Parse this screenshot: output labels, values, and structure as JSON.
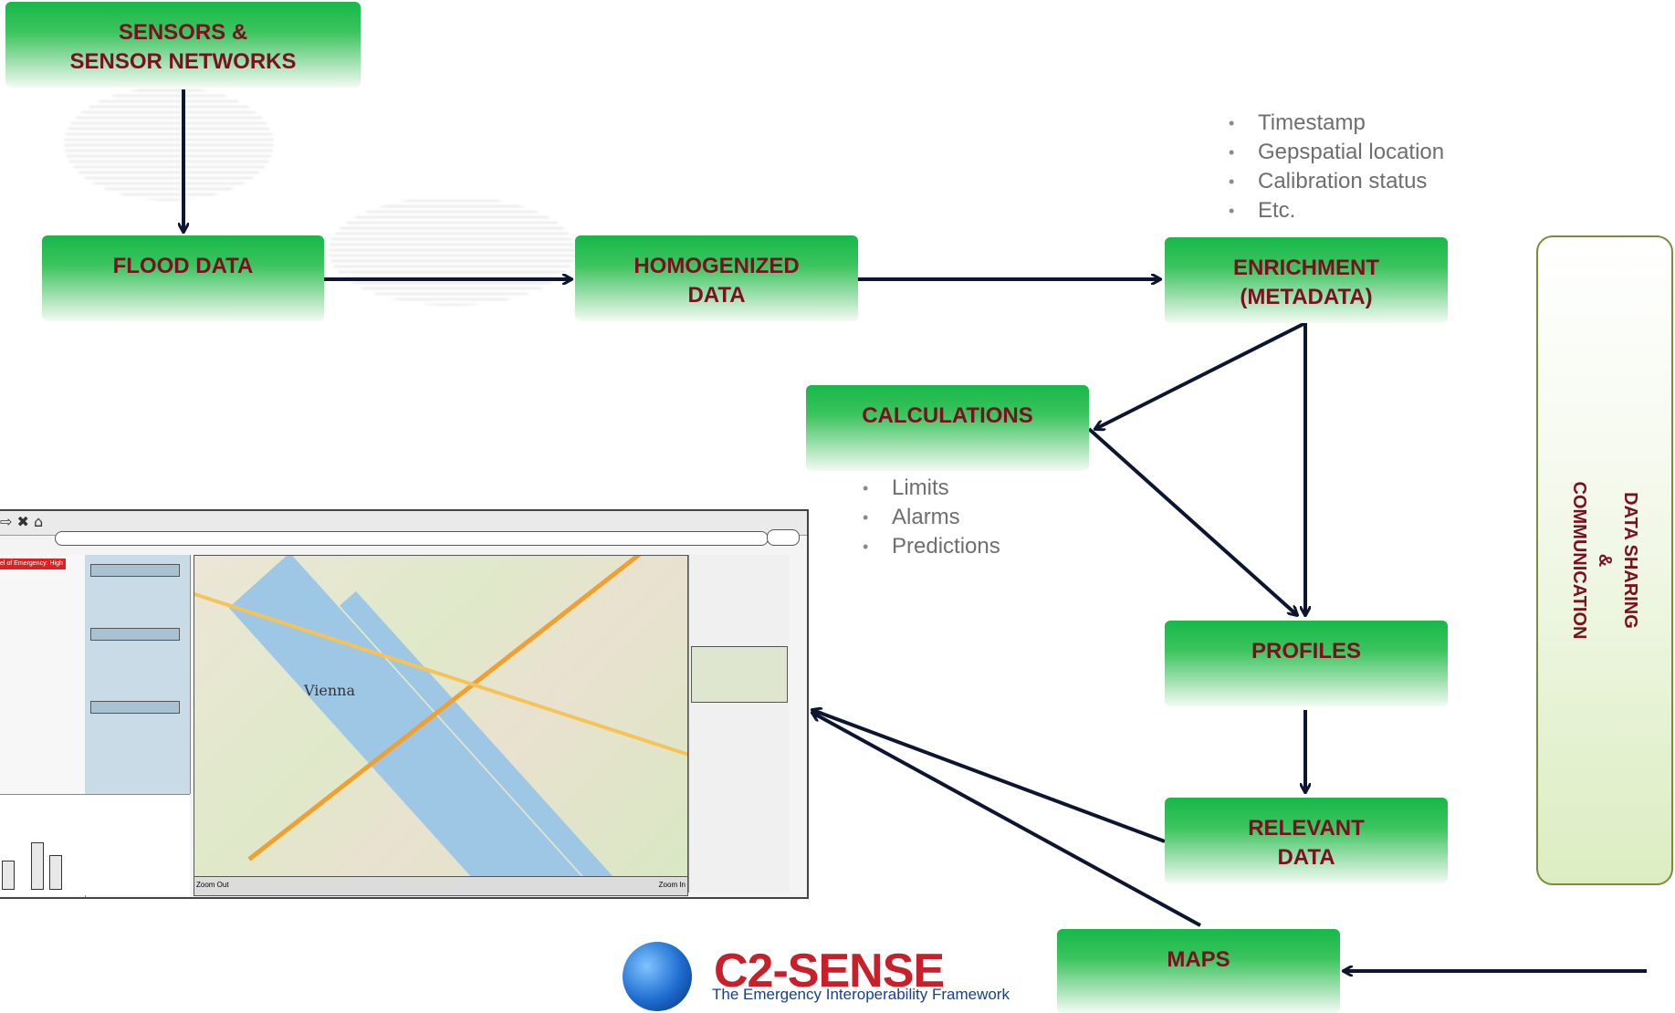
{
  "nodes": {
    "sensors": [
      "SENSORS &",
      "SENSOR NETWORKS"
    ],
    "flood_data": [
      "FLOOD DATA"
    ],
    "homogenized": [
      "HOMOGENIZED",
      "DATA"
    ],
    "enrichment": [
      "ENRICHMENT",
      "(METADATA)"
    ],
    "calculations": [
      "CALCULATIONS"
    ],
    "profiles": [
      "PROFILES"
    ],
    "relevant": [
      "RELEVANT",
      "DATA"
    ],
    "maps": [
      "MAPS"
    ]
  },
  "metadata_bullets": [
    "Timestamp",
    "Gepspatial location",
    "Calibration status",
    "Etc."
  ],
  "calculation_bullets": [
    "Limits",
    "Alarms",
    "Predictions"
  ],
  "side_panel": [
    "DATA SHARING",
    "&",
    "COMMUNICATION"
  ],
  "logo": {
    "name": "C2-SENSE",
    "tagline": "The Emergency Interoperability Framework"
  },
  "mockup": {
    "city_label": "Vienna",
    "level_label": "el of Emergency: High",
    "zoom_out": "Zoom Out",
    "zoom_in": "Zoom In"
  },
  "colors": {
    "node_text": "#7a1020",
    "node_fill": "#17b84a",
    "arrow": "#0d1530",
    "bullet_text": "#6e6e6e",
    "side_border": "#7b8a3b"
  }
}
